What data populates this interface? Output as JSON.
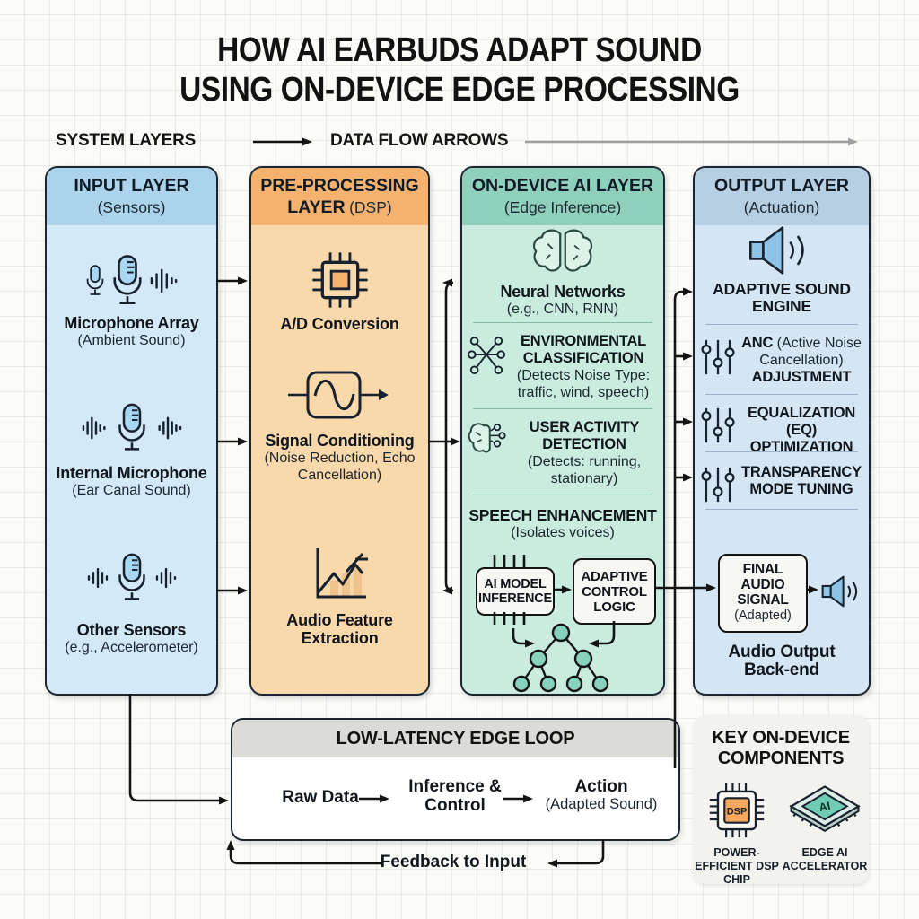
{
  "title": {
    "line1": "HOW AI EARBUDS ADAPT SOUND",
    "line2": "USING ON-DEVICE EDGE PROCESSING"
  },
  "legend": {
    "system_layers": "SYSTEM LAYERS",
    "data_flow_arrows": "DATA FLOW ARROWS"
  },
  "colors": {
    "input_header": "#abd4ec",
    "input_body": "#d3e9f7",
    "preprocessing_header": "#f5b26e",
    "preprocessing_body": "#f9d8ab",
    "ai_header": "#8fd0bc",
    "ai_body": "#c9ecdf",
    "output_header": "#b6cfe3",
    "output_body": "#d4e5f4",
    "loop_header": "#dbdbd8",
    "arrow": "#141414",
    "legend_arrow_gray": "#a0a0a0"
  },
  "layers": {
    "input": {
      "title": "INPUT LAYER",
      "subtitle": "(Sensors)",
      "items": [
        {
          "icon": "microphone-array-icon",
          "label": "Microphone Array",
          "sublabel": "(Ambient Sound)"
        },
        {
          "icon": "internal-microphone-icon",
          "label": "Internal Microphone",
          "sublabel": "(Ear Canal Sound)"
        },
        {
          "icon": "other-sensors-icon",
          "label": "Other Sensors",
          "sublabel": "(e.g., Accelerometer)"
        }
      ]
    },
    "preprocessing": {
      "title": "PRE-PROCESSING LAYER",
      "subtitle": "(DSP)",
      "items": [
        {
          "icon": "chip-icon",
          "label": "A/D Conversion"
        },
        {
          "icon": "signal-wave-icon",
          "label": "Signal Conditioning",
          "sublabel": "(Noise Reduction, Echo Cancellation)"
        },
        {
          "icon": "feature-chart-icon",
          "label": "Audio Feature Extraction"
        }
      ]
    },
    "ai": {
      "title": "ON-DEVICE AI LAYER",
      "subtitle": "(Edge Inference)",
      "items": [
        {
          "icon": "brain-icon",
          "label": "Neural Networks",
          "sublabel": "(e.g., CNN, RNN)"
        },
        {
          "icon": "classification-network-icon",
          "label": "ENVIRONMENTAL CLASSIFICATION",
          "sublabel": "(Detects Noise Type: traffic, wind, speech)"
        },
        {
          "icon": "activity-brain-icon",
          "label": "USER ACTIVITY DETECTION",
          "sublabel": "(Detects: running, stationary)"
        },
        {
          "label": "SPEECH ENHANCEMENT",
          "sublabel": "(Isolates voices)"
        }
      ],
      "inference_box": "AI MODEL INFERENCE",
      "control_box": "ADAPTIVE CONTROL LOGIC"
    },
    "output": {
      "title": "OUTPUT LAYER",
      "subtitle": "(Actuation)",
      "items": [
        {
          "icon": "speaker-icon",
          "label": "ADAPTIVE SOUND ENGINE"
        },
        {
          "icon": "sliders-icon",
          "bold_prefix": "ANC",
          "normal": "(Active Noise Cancellation)",
          "bold_suffix": "ADJUSTMENT"
        },
        {
          "icon": "sliders-icon",
          "label": "EQUALIZATION (EQ) OPTIMIZATION"
        },
        {
          "icon": "sliders-icon",
          "label": "TRANSPARENCY MODE TUNING"
        }
      ],
      "final_box": {
        "label": "FINAL AUDIO SIGNAL",
        "sublabel": "(Adapted)"
      },
      "backend_label": "Audio Output Back-end"
    }
  },
  "edge_loop": {
    "title": "LOW-LATENCY EDGE LOOP",
    "steps": [
      {
        "label": "Raw Data"
      },
      {
        "label": "Inference & Control"
      },
      {
        "label": "Action",
        "sublabel": "(Adapted Sound)"
      }
    ],
    "feedback_label": "Feedback to Input"
  },
  "key_components": {
    "title": "KEY ON-DEVICE COMPONENTS",
    "items": [
      {
        "chip_text": "DSP",
        "chip_color": "#f6a85e",
        "label": "POWER-EFFICIENT DSP CHIP"
      },
      {
        "chip_text": "AI",
        "chip_color": "#6fccb2",
        "label": "EDGE AI ACCELERATOR"
      }
    ]
  }
}
